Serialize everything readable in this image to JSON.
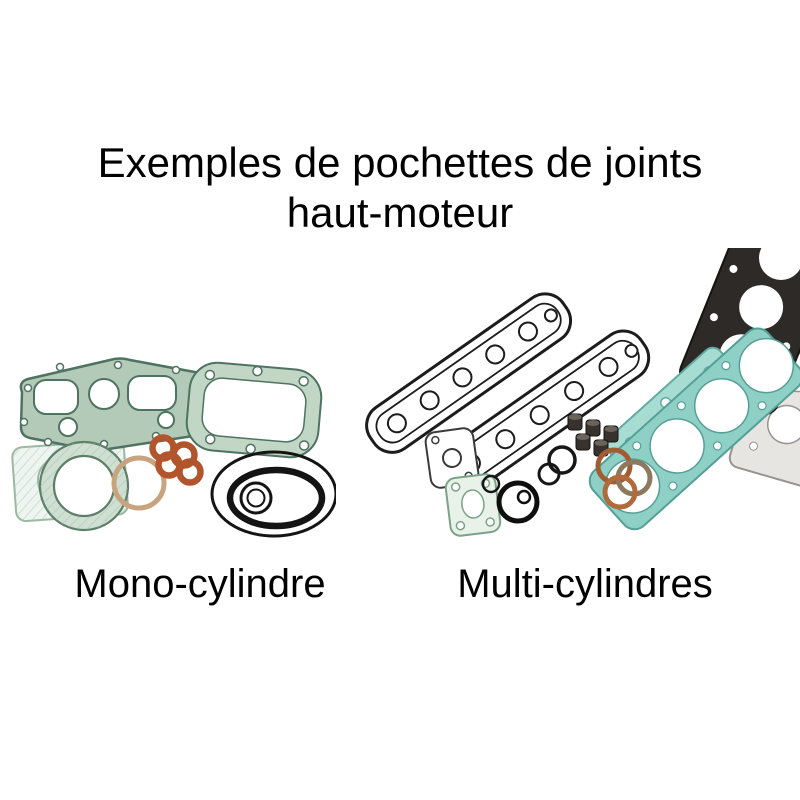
{
  "title": {
    "line1": "Exemples de pochettes de joints",
    "line2": "haut-moteur"
  },
  "labels": {
    "mono": "Mono-cylindre",
    "multi": "Multi-cylindres"
  },
  "colors": {
    "background": "#ffffff",
    "text": "#000000",
    "gasket_pale_green": "#b4cab8",
    "gasket_green_outline": "#4e7360",
    "gasket_teal": "#8fd0c6",
    "gasket_teal_light": "#a7dcd3",
    "copper_washer": "#b2552c",
    "fiber_washer_tan": "#c8a380",
    "rubber_black": "#141414",
    "dark_gasket": "#2d2a27",
    "steel_gasket_gray": "#e6e5e2"
  }
}
